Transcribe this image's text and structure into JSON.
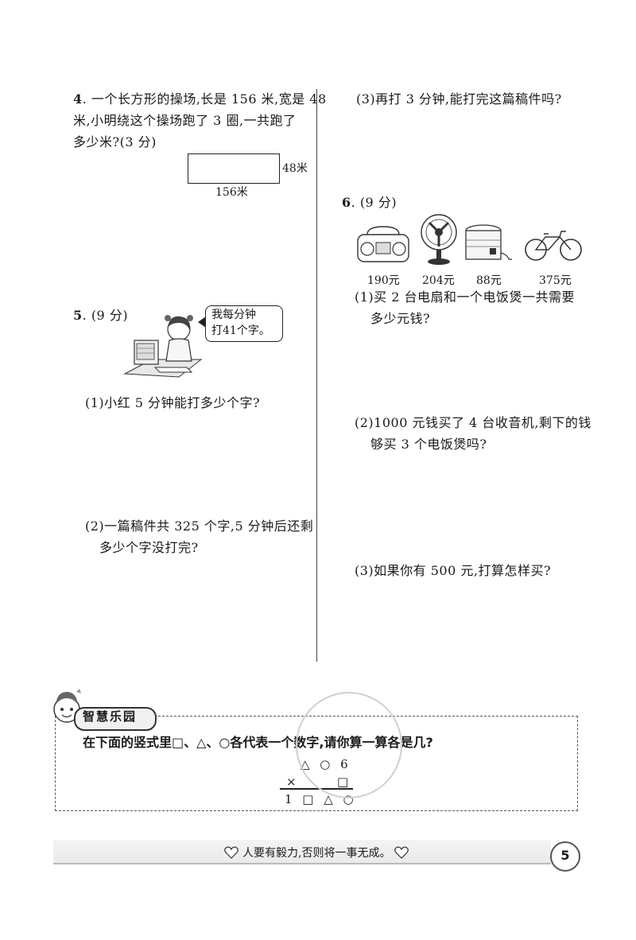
{
  "q4": {
    "num": "4",
    "line1": ". 一个长方形的操场,长是 156 米,宽是 48",
    "line2": "米,小明绕这个操场跑了 3 圈,一共跑了",
    "line3": "多少米?(3 分)",
    "width_label": "48米",
    "length_label": "156米"
  },
  "q5": {
    "num": "5",
    "head": ". (9 分)",
    "bubble_line1": "我每分钟",
    "bubble_line2": "打41个字。",
    "sub1": "(1)小红 5 分钟能打多少个字?",
    "sub2_line1": "(2)一篇稿件共 325 个字,5 分钟后还剩",
    "sub2_line2": "多少个字没打完?",
    "sub3": "(3)再打 3 分钟,能打完这篇稿件吗?"
  },
  "q6": {
    "num": "6",
    "head": ". (9 分)",
    "items": [
      {
        "icon": "radio-icon",
        "price": "190元"
      },
      {
        "icon": "fan-icon",
        "price": "204元"
      },
      {
        "icon": "rice-cooker-icon",
        "price": "88元"
      },
      {
        "icon": "bicycle-icon",
        "price": "375元"
      }
    ],
    "sub1_line1": "(1)买 2 台电扇和一个电饭煲一共需要",
    "sub1_line2": "多少元钱?",
    "sub2_line1": "(2)1000 元钱买了 4 台收音机,剩下的钱",
    "sub2_line2": "够买 3 个电饭煲吗?",
    "sub3": "(3)如果你有 500 元,打算怎样买?"
  },
  "puzzle": {
    "badge": "智慧乐园",
    "title": "在下面的竖式里□、△、○各代表一个数字,请你算一算各是几?",
    "row1": "△ ○ 6",
    "row2_op": "×",
    "row2": "□",
    "row3": "1 □ △ ○"
  },
  "footer": {
    "motto": "人要有毅力,否则将一事无成。",
    "page": "5"
  }
}
